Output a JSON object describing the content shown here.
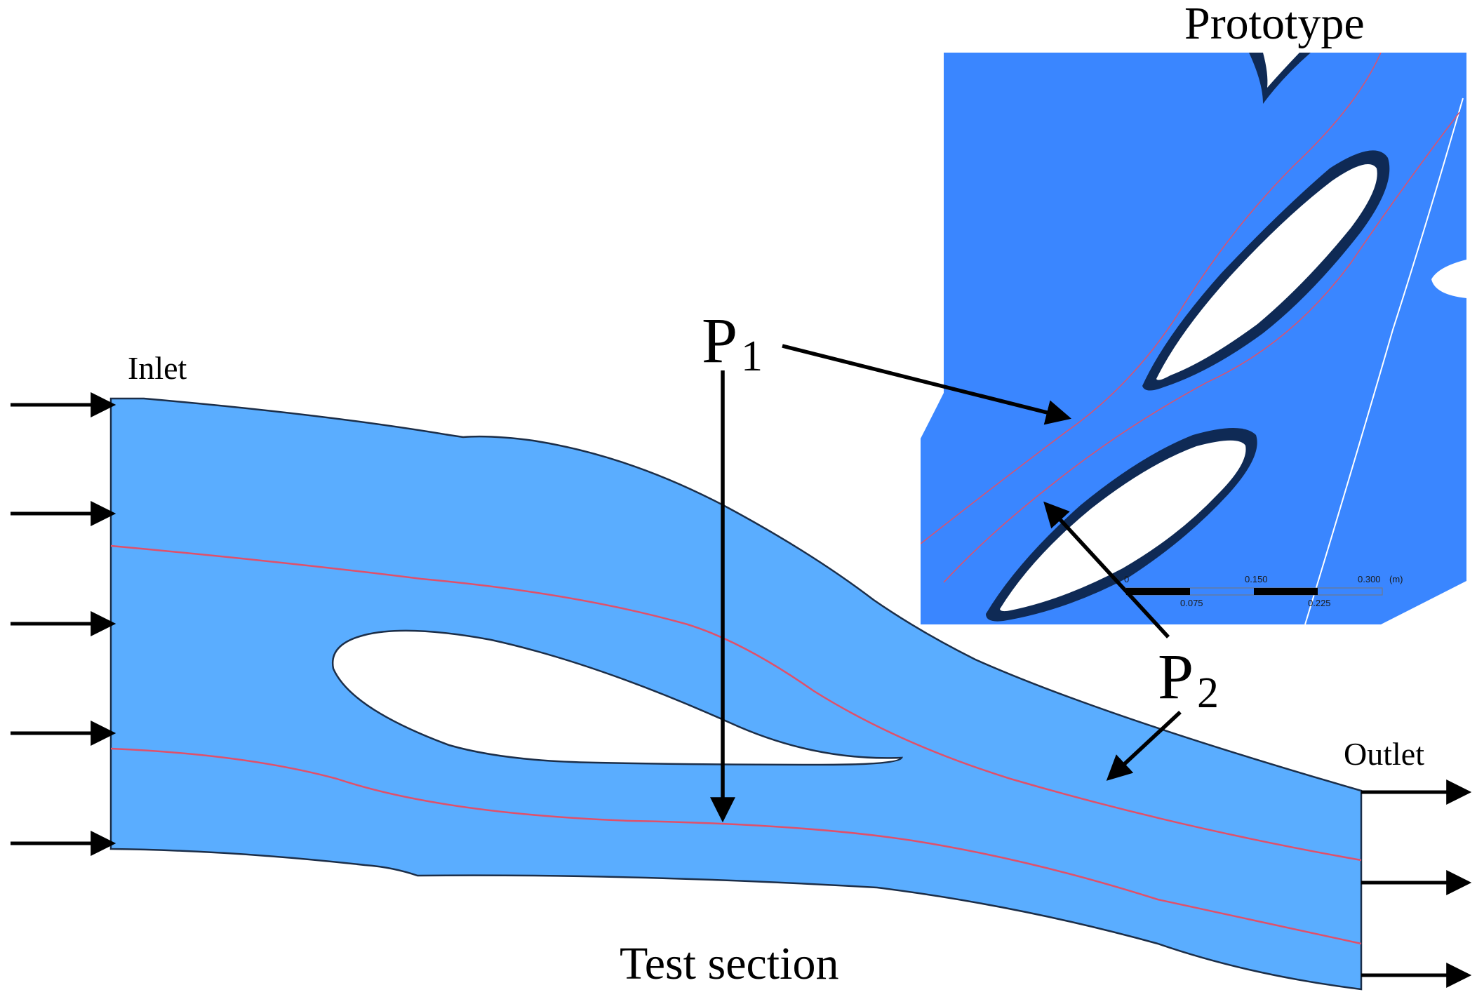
{
  "labels": {
    "prototype": "Prototype",
    "inlet": "Inlet",
    "outlet": "Outlet",
    "test_section": "Test section",
    "p1_letter": "P",
    "p1_sub": "1",
    "p2_letter": "P",
    "p2_sub": "2"
  },
  "scale_bar": {
    "top_ticks": [
      "0",
      "0.150",
      "0.300"
    ],
    "unit": "(m)",
    "bottom_ticks": [
      "0.075",
      "0.225"
    ]
  },
  "colors": {
    "test_section_fill": "#5aadff",
    "prototype_fill": "#3a86ff",
    "outline": "#1c2e48",
    "streamline": "#e0506a",
    "blade_shadow": "#0f2a55",
    "arrow": "#000000"
  }
}
